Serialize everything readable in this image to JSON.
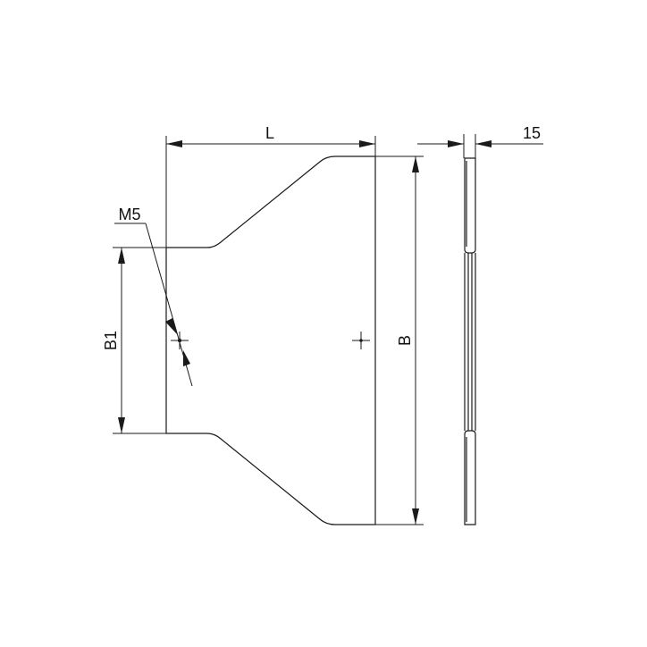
{
  "drawing": {
    "labels": {
      "length": "L",
      "width": "B",
      "narrow_width": "B1",
      "thread": "M5",
      "thickness": "15"
    }
  }
}
